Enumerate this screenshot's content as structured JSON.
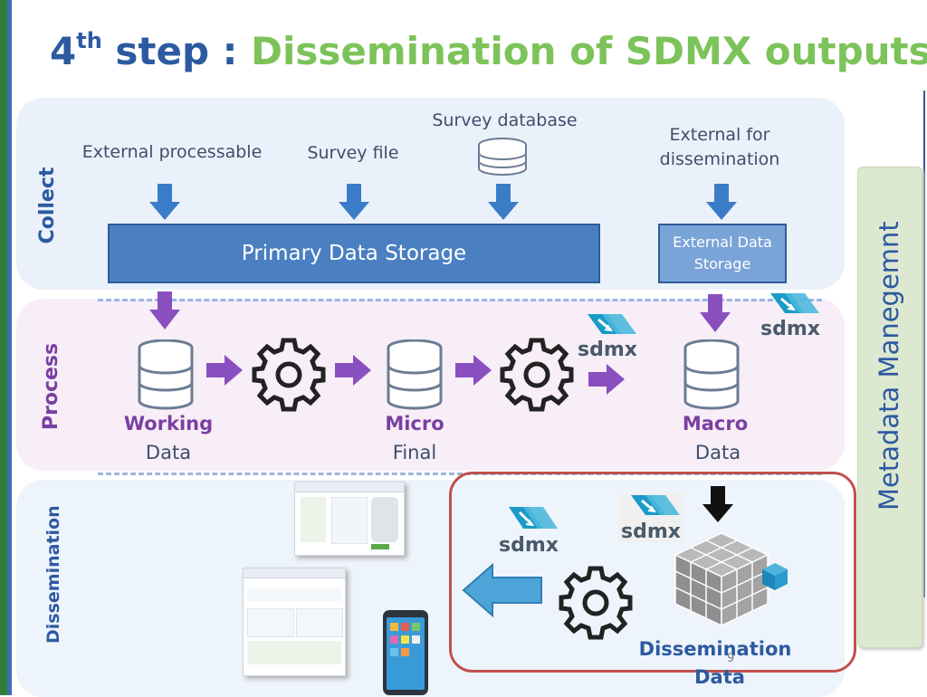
{
  "header": {
    "title_step": "4",
    "title_sup": "th",
    "title_step_suffix": " step : ",
    "title_main": "Dissemination of SDMX outputs"
  },
  "sections": {
    "collect": "Collect",
    "process": "Process",
    "dissemination": "Dissemination",
    "metadata": "Metadata  Manegemnt"
  },
  "collect": {
    "external_processable": "External processable",
    "survey_file": "Survey file",
    "survey_database": "Survey database",
    "external_for_line1": "External for",
    "external_for_line2": "dissemination",
    "primary_storage": "Primary Data Storage",
    "external_storage_line1": "External Data",
    "external_storage_line2": "Storage"
  },
  "process": {
    "working_title": "Working",
    "working_sub": "Data",
    "micro_title": "Micro",
    "micro_sub": "Final",
    "macro_title": "Macro",
    "macro_sub": "Data"
  },
  "dissemination": {
    "title": "Dissemination",
    "sub": "Data",
    "page_number": "9"
  },
  "logo_text": "sdmx",
  "colors": {
    "title_blue": "#2c5aa0",
    "title_green": "#7cc35a",
    "arrow_blue": "#3a7cc8",
    "arrow_purple": "#8a4fbf",
    "red_frame": "#c0504d",
    "sdmx_teal": "#1a9bc8"
  }
}
